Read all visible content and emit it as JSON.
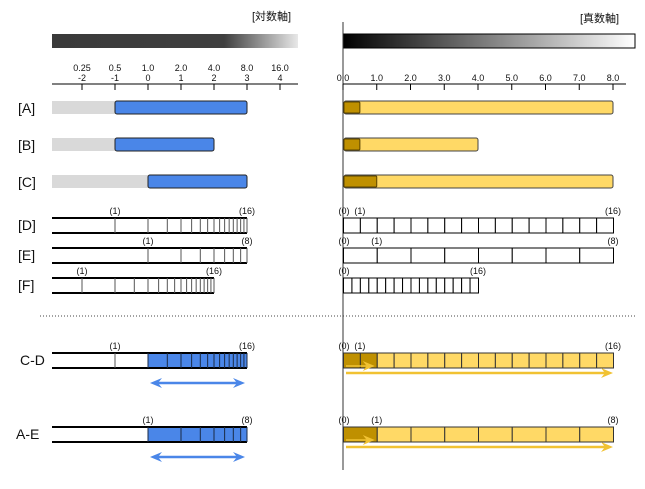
{
  "titles": {
    "log": "[対数軸]",
    "linear": "[真数軸]"
  },
  "colors": {
    "blue": "#4a86e8",
    "yellow": "#ffd966",
    "dark_yellow": "#bf9000",
    "grey": "#d9d9d9",
    "arrow_yellow": "#f1c232"
  },
  "log_axis": {
    "ticks": [
      {
        "value_label": "0.25",
        "exp_label": "-2",
        "exp": -2
      },
      {
        "value_label": "0.5",
        "exp_label": "-1",
        "exp": -1
      },
      {
        "value_label": "1.0",
        "exp_label": "0",
        "exp": 0
      },
      {
        "value_label": "2.0",
        "exp_label": "1",
        "exp": 1
      },
      {
        "value_label": "4.0",
        "exp_label": "2",
        "exp": 2
      },
      {
        "value_label": "8.0",
        "exp_label": "3",
        "exp": 3
      },
      {
        "value_label": "16.0",
        "exp_label": "4",
        "exp": 4
      }
    ]
  },
  "linear_axis": {
    "ticks": [
      {
        "label": "0.0",
        "value": 0
      },
      {
        "label": "1.0",
        "value": 1
      },
      {
        "label": "2.0",
        "value": 2
      },
      {
        "label": "3.0",
        "value": 3
      },
      {
        "label": "4.0",
        "value": 4
      },
      {
        "label": "5.0",
        "value": 5
      },
      {
        "label": "6.0",
        "value": 6
      },
      {
        "label": "7.0",
        "value": 7
      },
      {
        "label": "8.0",
        "value": 8
      }
    ]
  },
  "range_rows": [
    {
      "label": "[A]",
      "log_from": 0.5,
      "log_to": 8,
      "lin_to": 8,
      "lin_dark_to": 0.5
    },
    {
      "label": "[B]",
      "log_from": 0.5,
      "log_to": 4,
      "lin_to": 4,
      "lin_dark_to": 0.5
    },
    {
      "label": "[C]",
      "log_from": 1,
      "log_to": 8,
      "lin_to": 8,
      "lin_dark_to": 1
    }
  ],
  "scale_rows": [
    {
      "label": "[D]",
      "step": 0.5,
      "count": 16,
      "zero_label": "(0)",
      "first_label": "(1)",
      "last_label": "(16)"
    },
    {
      "label": "[E]",
      "step": 1,
      "count": 8,
      "zero_label": "(0)",
      "first_label": "(1)",
      "last_label": "(8)"
    },
    {
      "label": "[F]",
      "step": 0.25,
      "count": 16,
      "zero_label": "(0)",
      "first_label": "(1)",
      "last_label": "(16)"
    }
  ],
  "combo_rows": [
    {
      "label": "C-D",
      "step": 0.5,
      "count": 16,
      "blue_from": 1,
      "dark_to": 1,
      "zero_label": "(0)",
      "first_label": "(1)",
      "last_label": "(16)"
    },
    {
      "label": "A-E",
      "step": 1,
      "count": 8,
      "blue_from": 1,
      "dark_to": 1,
      "zero_label": "(0)",
      "first_label": "(1)",
      "last_label": "(8)"
    }
  ]
}
